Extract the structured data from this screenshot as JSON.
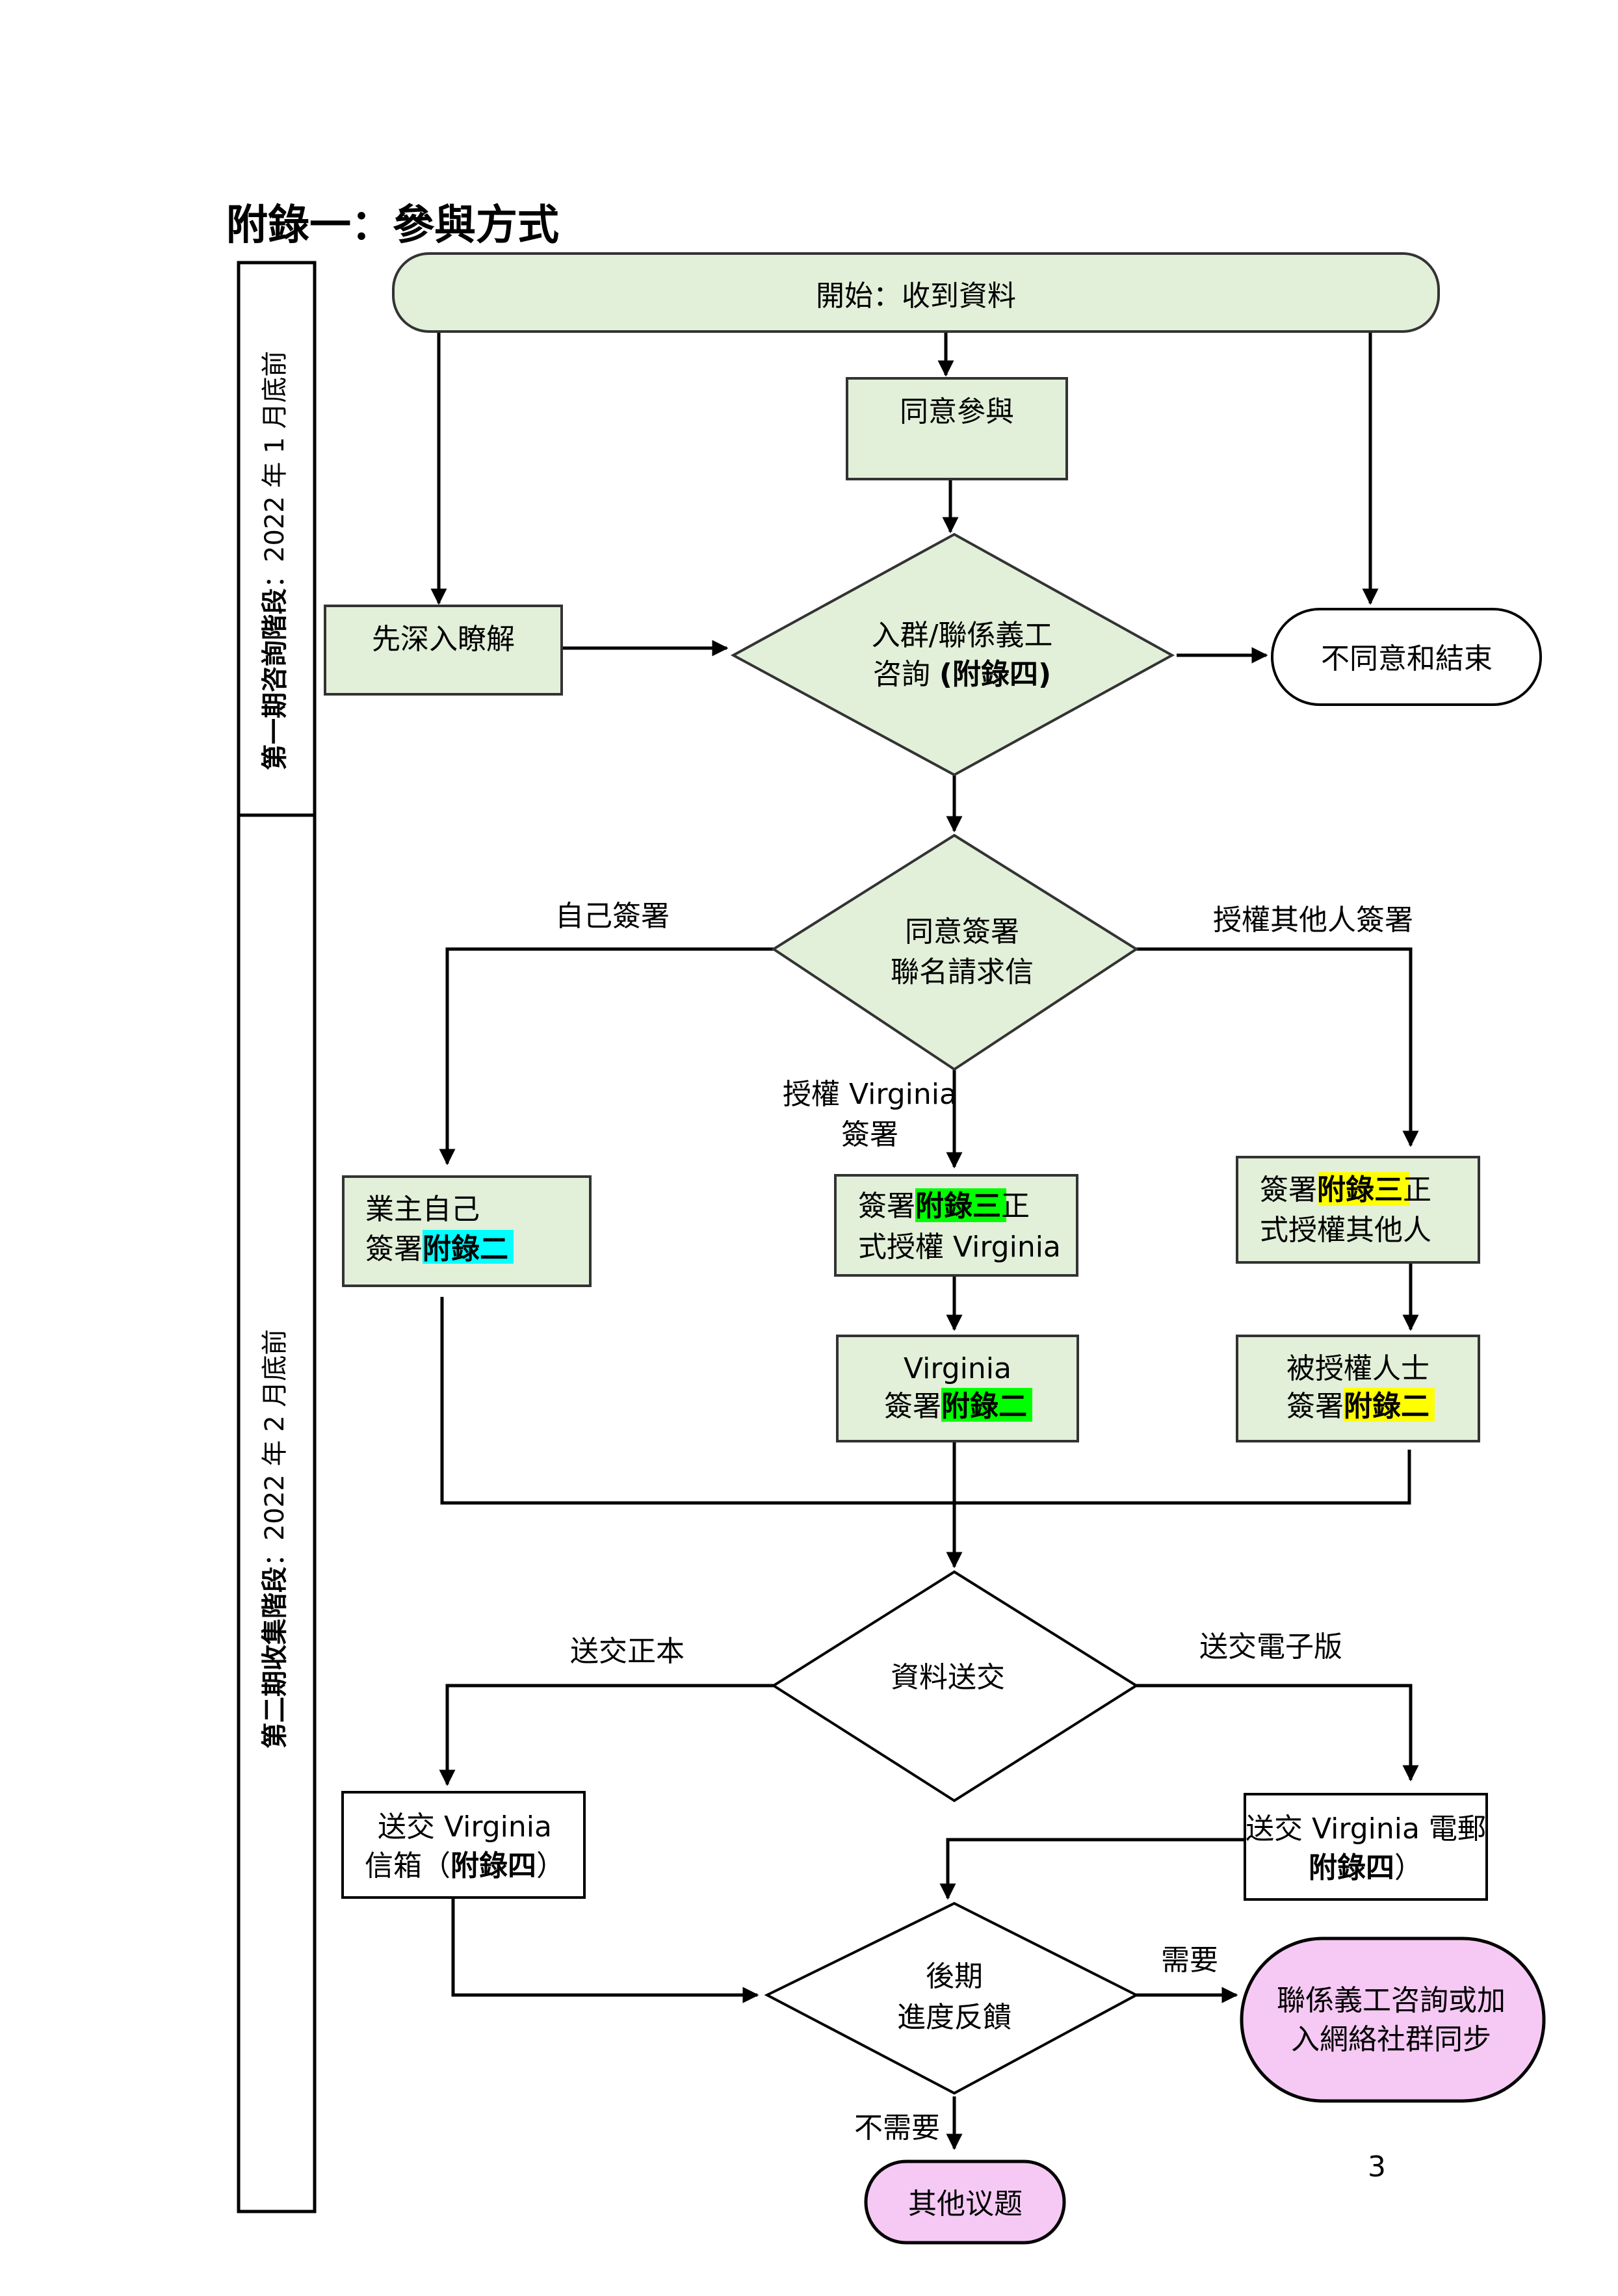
{
  "title": "附錄一：參與方式",
  "phases": [
    {
      "label_bold": "第一期咨詢階段",
      "label_rest": "：2022 年 1 月底前"
    },
    {
      "label_bold": "第二期收集階段",
      "label_rest": "：2022 年 2 月底前"
    }
  ],
  "nodes": {
    "start": "開始：收到資料",
    "agree": "同意參與",
    "understand": "先深入瞭解",
    "consult_l1": "入群/聯係義工",
    "consult_l2a": "咨詢 ",
    "consult_l2b": "(附錄四)",
    "disagree": "不同意和結束",
    "sign_l1": "同意簽署",
    "sign_l2": "聯名請求信",
    "owner_l1": "業主自己",
    "owner_l2a": "簽署",
    "owner_l2b": "附錄二",
    "auth_v_l1a": "簽署",
    "auth_v_l1b": "附錄三",
    "auth_v_l1c": "正",
    "auth_v_l2": "式授權 Virginia",
    "auth_o_l1a": "簽署",
    "auth_o_l1b": "附錄三",
    "auth_o_l1c": "正",
    "auth_o_l2": "式授權其他人",
    "v_sign_l1": "Virginia",
    "v_sign_l2a": "簽署",
    "v_sign_l2b": "附錄二",
    "p_sign_l1": "被授權人士",
    "p_sign_l2a": "簽署",
    "p_sign_l2b": "附錄二",
    "submit": "資料送交",
    "mail_l1": "送交 Virginia",
    "mail_l2a": "信箱（",
    "mail_l2b": "附錄四",
    "mail_l2c": "）",
    "email_l1": "送交 Virginia 電郵",
    "email_l2a": "附錄四",
    "email_l2b": "）",
    "followup_l1": "後期",
    "followup_l2": "進度反饋",
    "contact_l1": "聯係義工咨詢或加",
    "contact_l2": "入網絡社群同步",
    "other": "其他议题"
  },
  "edge_labels": {
    "self_sign": "自己簽署",
    "auth_other": "授權其他人簽署",
    "auth_v_l1": "授權 Virginia",
    "auth_v_l2": "簽署",
    "paper": "送交正本",
    "electronic": "送交電子版",
    "need": "需要",
    "no_need": "不需要"
  },
  "page_number": "3",
  "colors": {
    "box_green": "#e2efd9",
    "highlight_cyan": "#00ffff",
    "highlight_green": "#00ff00",
    "highlight_yellow": "#ffff00",
    "terminal_pink": "#f6c9f4"
  }
}
